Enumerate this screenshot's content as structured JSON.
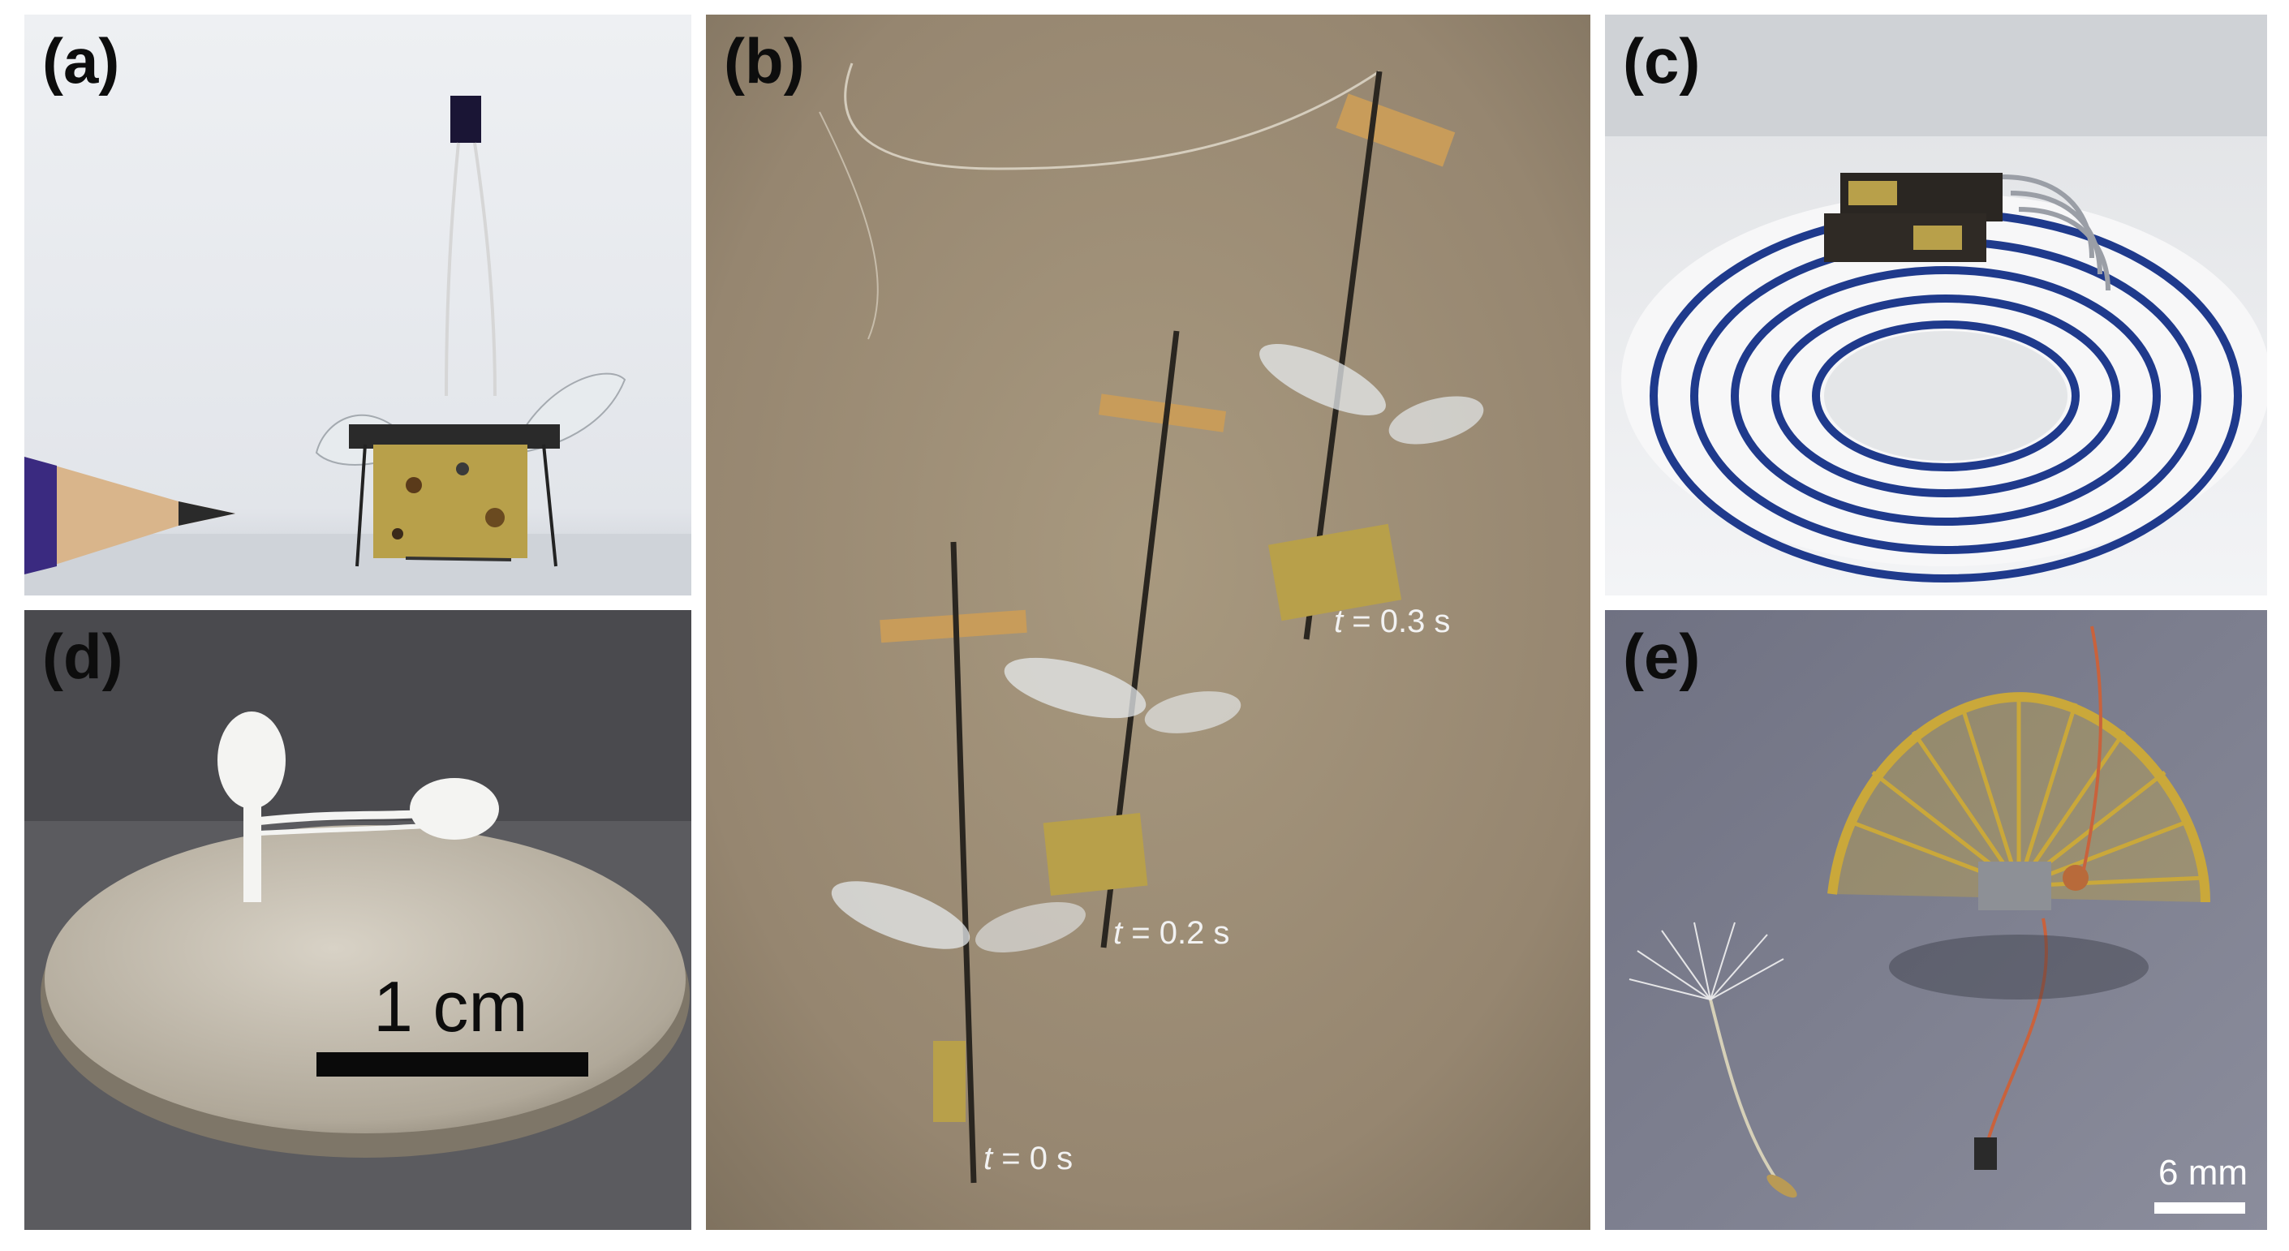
{
  "figure": {
    "panels": {
      "a": {
        "label": "(a)"
      },
      "b": {
        "label": "(b)",
        "frames": [
          {
            "var": "t",
            "rest": " = 0 s"
          },
          {
            "var": "t",
            "rest": " = 0.2 s"
          },
          {
            "var": "t",
            "rest": " = 0.3 s"
          }
        ]
      },
      "c": {
        "label": "(c)"
      },
      "d": {
        "label": "(d)",
        "scale_bar_text": "1 cm"
      },
      "e": {
        "label": "(e)",
        "scale_bar_text": "6 mm"
      }
    }
  },
  "colors": {
    "label_text": "#0d0d0d",
    "time_text": "#f2f2f2",
    "coil_blue": "#1f3a8c",
    "circuit_gold": "#b8a04a",
    "backdrop_b": "#9a8a72"
  }
}
